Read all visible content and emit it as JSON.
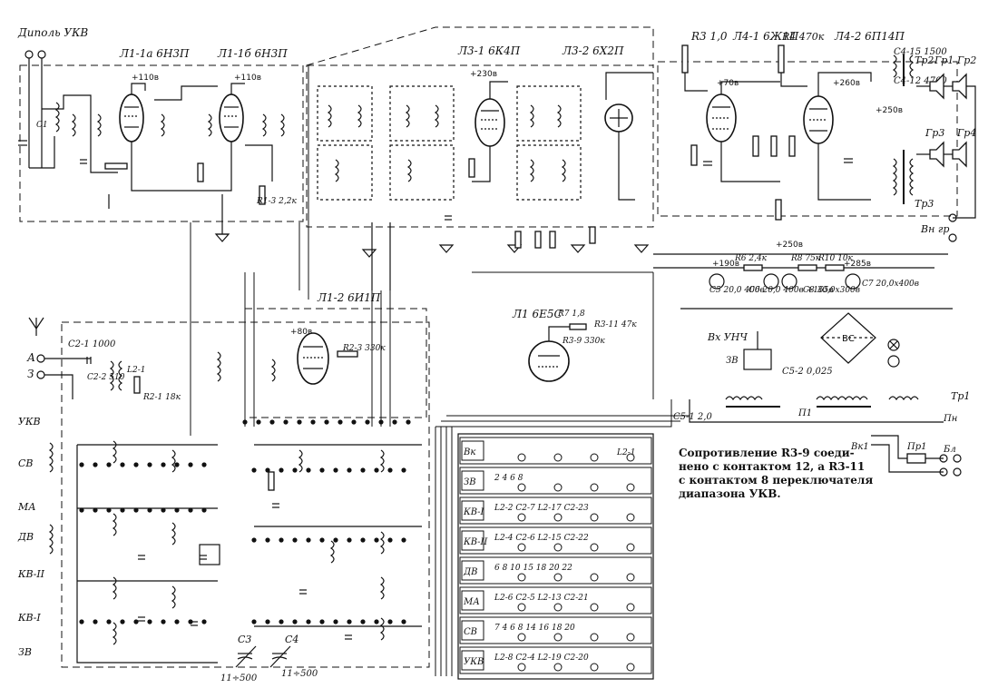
{
  "labels": {
    "dipole": "Диполь УКВ",
    "tube_1_1a": "Л1-1а 6Н3П",
    "tube_1_1b": "Л1-1б 6Н3П",
    "tube_3_1": "Л3-1 6К4П",
    "tube_3_2": "Л3-2 6Х2П",
    "tube_4_1": "Л4-1 6Ж1П",
    "tube_4_2": "Л4-2 6П14П",
    "tube_1_2": "Л1-2 6И1П",
    "tube_1": "Л1 6Е5С",
    "v110a": "+110в",
    "v110b": "+110в",
    "v230": "+230в",
    "v260": "+260в",
    "v190": "+190в",
    "v285": "+285в",
    "v250": "+250в",
    "v80": "+80в",
    "v250b": "+250в",
    "v70": "+70в",
    "gr1": "Гр1",
    "gr2": "Гр2",
    "gr3": "Гр3",
    "gr4": "Гр4",
    "tr2": "Тр2",
    "tr3": "Тр3",
    "tr1": "Тр1",
    "vn_gr": "Вн гр",
    "ant_a": "А",
    "ant_z": "З",
    "band_ukv": "УКВ",
    "band_sv": "СВ",
    "band_ma": "МА",
    "band_dv": "ДВ",
    "band_kv2": "КВ-II",
    "band_kv1": "КВ-I",
    "band_zv": "ЗВ",
    "vs": "ВС",
    "vk1": "Вк1",
    "pr1": "Пр1",
    "bl": "Бл",
    "p1": "П1",
    "pn": "Пн",
    "to_unch": "Вх УНЧ",
    "zv_mech": "ЗВ",
    "c1": "С1",
    "c4": "С4",
    "c3": "С3",
    "c3_val": "11÷500",
    "c4_val": "11÷500",
    "c5_2": "С5-2 0,025",
    "c5_1": "С5-1 2,0",
    "r3_1": "R3 1,0",
    "r4": "R4 470к",
    "c4_15": "С4-15 1500",
    "c4_12": "С4-12 4700",
    "c2_1": "С2-1 1000",
    "c2_2": "С2-2 510",
    "l2_1": "L2-1",
    "r2_1": "R2-1 18к",
    "r2_3": "R2-3 330к",
    "r3_9": "R3-9 330к",
    "r3_11": "R3-11 47к",
    "r7": "R7 1,8",
    "r1_3": "R1-3 2,2к",
    "c7": "С7 20,0х400в",
    "c5": "С5 20,0 400в",
    "c6": "С6 20,0 400в +165в",
    "c8": "С8 30,0х300в",
    "r6": "R6 2,4к",
    "r8": "R8 75к",
    "r10": "R10 10к"
  },
  "switch_panel": {
    "rows": [
      {
        "label": "Вк",
        "contacts": "",
        "component": "L2-1"
      },
      {
        "label": "ЗВ",
        "contacts": "2 4 6 8",
        "component": ""
      },
      {
        "label": "КВ-I",
        "contacts": "L2-2 С2-7 L2-17 С2-23",
        "component": ""
      },
      {
        "label": "КВ-II",
        "contacts": "L2-4 С2-6 L2-15 С2-22",
        "component": ""
      },
      {
        "label": "ДВ",
        "contacts": "6 8 10 15 18 20 22",
        "component": ""
      },
      {
        "label": "МА",
        "contacts": "L2-6 С2-5 L2-13 С2-21",
        "component": ""
      },
      {
        "label": "СВ",
        "contacts": "7 4 6 8 14 16 18 20",
        "component": ""
      },
      {
        "label": "УКВ",
        "contacts": "L2-8 С2-4 L2-19 С2-20",
        "component": ""
      }
    ]
  },
  "note_lines": [
    "Сопротивление R3-9 соеди-",
    "нено с контактом 12, а R3-11",
    "с контактом 8 переключателя",
    "диапазона УКВ."
  ]
}
